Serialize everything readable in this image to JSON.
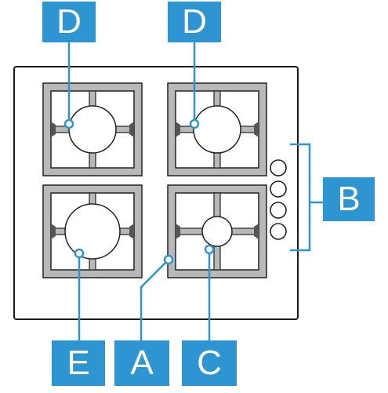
{
  "labels": {
    "d_top_left": "D",
    "d_top_right": "D",
    "b_controls": "B",
    "e_large_burner": "E",
    "a_pan_support": "A",
    "c_small_burner": "C"
  },
  "colors": {
    "label_background": "#2d95d2",
    "label_text": "#ffffff",
    "leader_line": "#2d95d2",
    "cooktop_outline": "#1a1a1a",
    "pan_support_fill": "#b8b8b8",
    "pan_support_edge": "#222222",
    "burner_fill": "#ffffff"
  },
  "components": {
    "burners": [
      "medium-burner",
      "medium-burner",
      "large-burner",
      "small-burner"
    ],
    "control_knob_count": 4
  }
}
